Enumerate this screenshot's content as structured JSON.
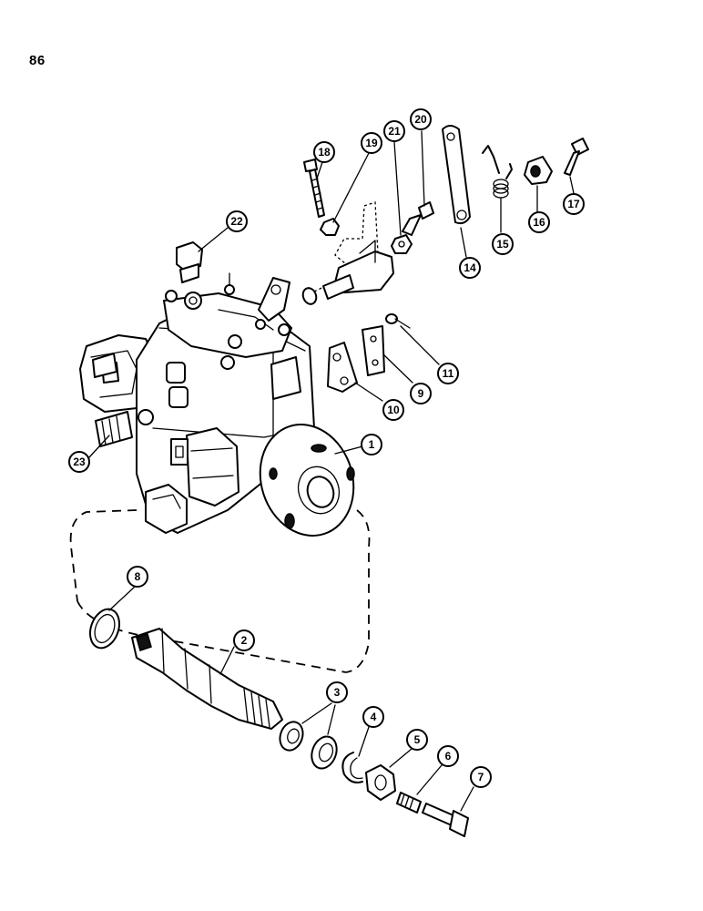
{
  "page": {
    "number": "86"
  },
  "callouts": [
    {
      "id": "1",
      "label": "1"
    },
    {
      "id": "2",
      "label": "2"
    },
    {
      "id": "3",
      "label": "3"
    },
    {
      "id": "4",
      "label": "4"
    },
    {
      "id": "5",
      "label": "5"
    },
    {
      "id": "6",
      "label": "6"
    },
    {
      "id": "7",
      "label": "7"
    },
    {
      "id": "8",
      "label": "8"
    },
    {
      "id": "9",
      "label": "9"
    },
    {
      "id": "10",
      "label": "10"
    },
    {
      "id": "11",
      "label": "11"
    },
    {
      "id": "14",
      "label": "14"
    },
    {
      "id": "15",
      "label": "15"
    },
    {
      "id": "16",
      "label": "16"
    },
    {
      "id": "17",
      "label": "17"
    },
    {
      "id": "18",
      "label": "18"
    },
    {
      "id": "19",
      "label": "19"
    },
    {
      "id": "20",
      "label": "20"
    },
    {
      "id": "21",
      "label": "21"
    },
    {
      "id": "22",
      "label": "22"
    },
    {
      "id": "23",
      "label": "23"
    }
  ]
}
